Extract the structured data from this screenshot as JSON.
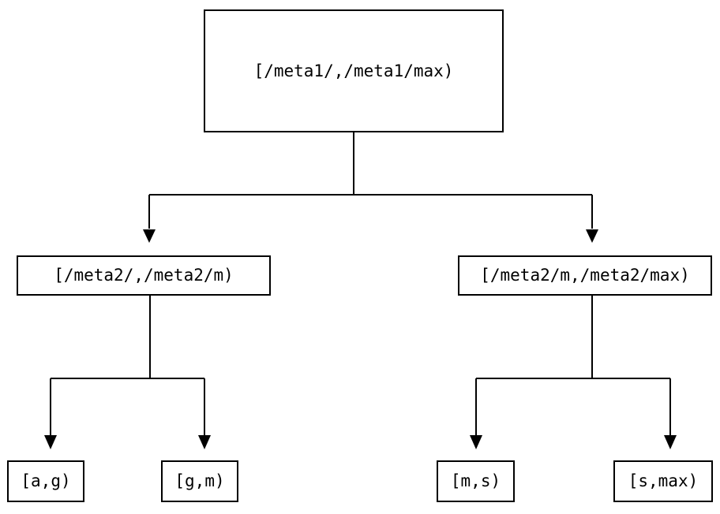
{
  "diagram": {
    "type": "binary-tree",
    "title": "",
    "background_color": "#ffffff",
    "line_color": "#000000",
    "text_color": "#000000",
    "nodes": {
      "root": {
        "label": "[/meta1/,/meta1/max)"
      },
      "level2": [
        {
          "label": "[/meta2/,/meta2/m)"
        },
        {
          "label": "[/meta2/m,/meta2/max)"
        }
      ],
      "leaves": [
        {
          "label": "[a,g)"
        },
        {
          "label": "[g,m)"
        },
        {
          "label": "[m,s)"
        },
        {
          "label": "[s,max)"
        }
      ]
    },
    "edges": [
      {
        "from": "root",
        "to": "level2-left",
        "arrow": "down"
      },
      {
        "from": "root",
        "to": "level2-right",
        "arrow": "down"
      },
      {
        "from": "level2-left",
        "to": "leaf-a-g",
        "arrow": "down"
      },
      {
        "from": "level2-left",
        "to": "leaf-g-m",
        "arrow": "down"
      },
      {
        "from": "level2-right",
        "to": "leaf-m-s",
        "arrow": "down"
      },
      {
        "from": "level2-right",
        "to": "leaf-s-max",
        "arrow": "down"
      }
    ]
  }
}
